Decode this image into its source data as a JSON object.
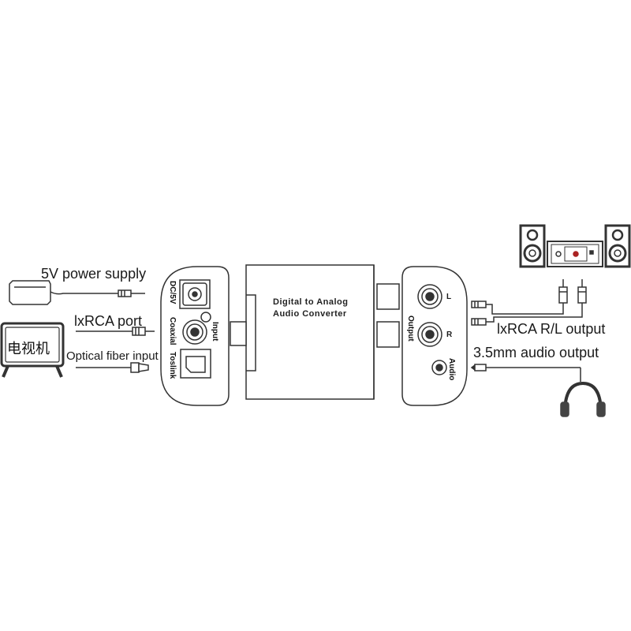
{
  "labels": {
    "power_supply": "5V power supply",
    "rca_port": "lxRCA port",
    "optical_input": "Optical fiber input",
    "rca_output": "lxRCA R/L output",
    "audio_output": "3.5mm audio output",
    "tv": "电视机"
  },
  "device": {
    "title_line1": "Digital to Analog",
    "title_line2": "Audio Converter"
  },
  "input_panel": {
    "dc": "DC/5V",
    "input": "Input",
    "coaxial": "Coaxial",
    "toslink": "Toslink"
  },
  "output_panel": {
    "output": "Output",
    "audio": "Audio",
    "left": "L",
    "right": "R"
  },
  "colors": {
    "line": "#333333",
    "fill": "#ffffff",
    "dark": "#2b2b2b"
  },
  "icons": [
    "power-adapter-icon",
    "tv-icon",
    "speaker-icon",
    "amplifier-icon",
    "headphones-icon"
  ]
}
